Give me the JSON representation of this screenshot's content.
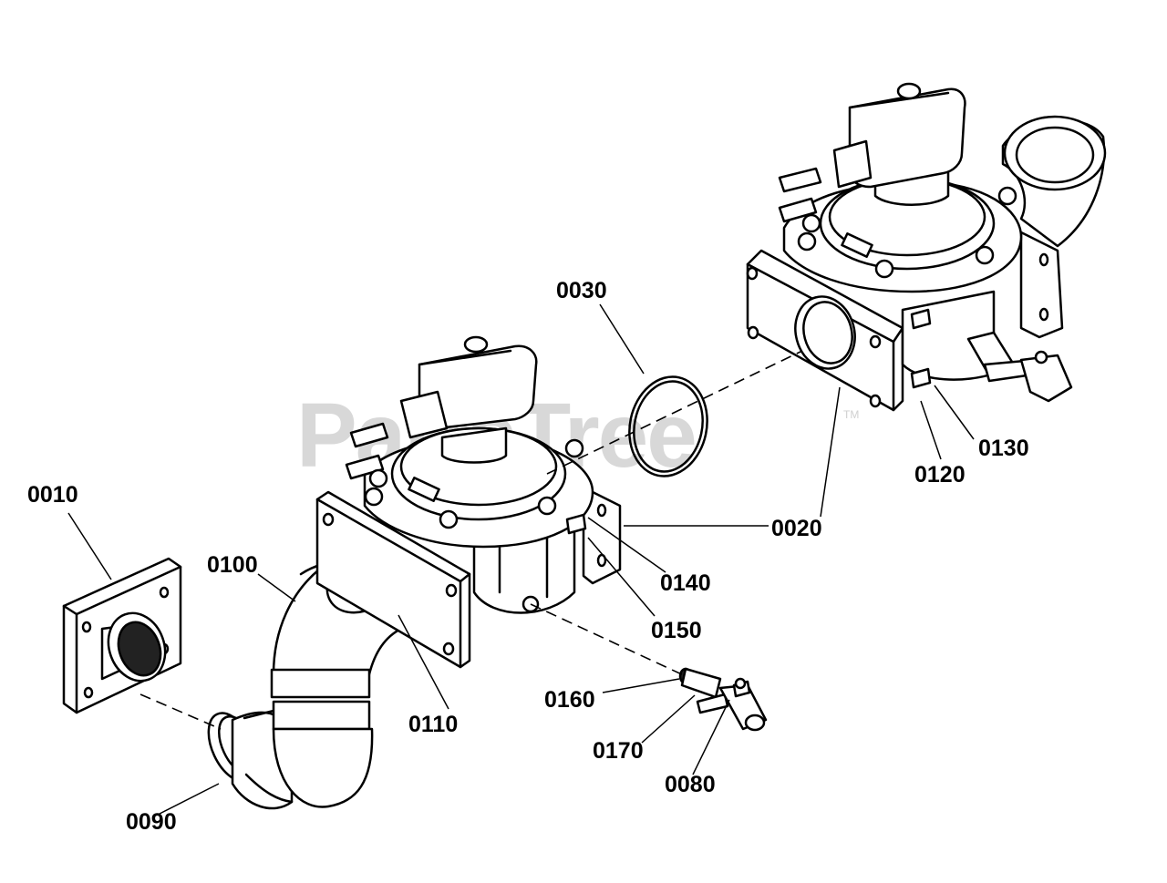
{
  "watermark": {
    "text": "PartsTree",
    "tm": "TM"
  },
  "labels": {
    "p0010": "0010",
    "p0020": "0020",
    "p0030": "0030",
    "p0080": "0080",
    "p0090": "0090",
    "p0100": "0100",
    "p0110": "0110",
    "p0120": "0120",
    "p0130": "0130",
    "p0140": "0140",
    "p0150": "0150",
    "p0160": "0160",
    "p0170": "0170"
  },
  "colors": {
    "line": "#000000",
    "fill": "#ffffff",
    "watermark": "#d8d8d8"
  }
}
